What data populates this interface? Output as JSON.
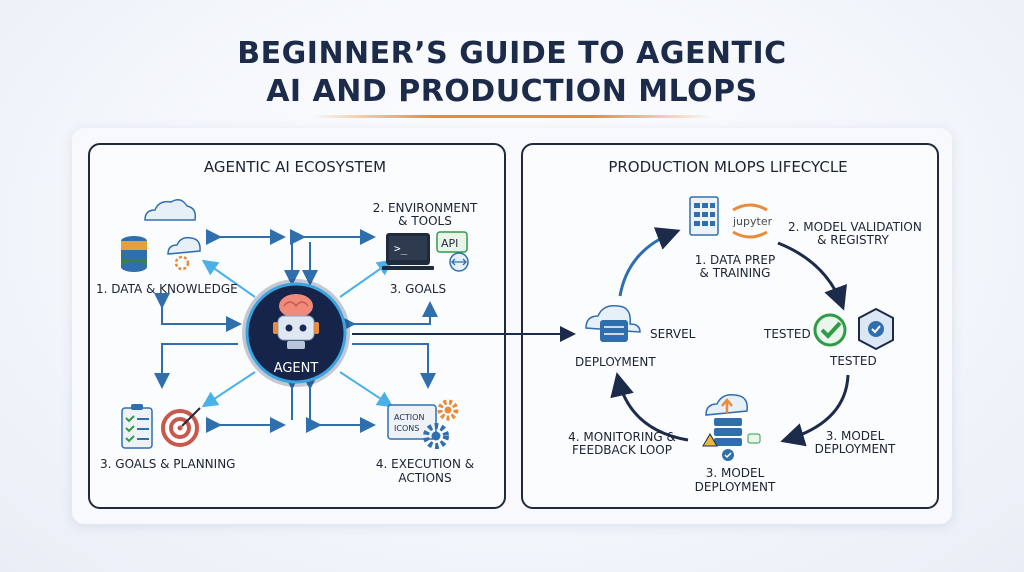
{
  "title": {
    "line1": "BEGINNER’S GUIDE TO AGENTIC",
    "line2": "AI AND PRODUCTION MLOPS"
  },
  "left_panel": {
    "title": "AGENTIC AI ECOSYSTEM",
    "data_knowledge": "1. DATA & KNOWLEDGE",
    "env_tools_1": "2. ENVIRONMENT",
    "env_tools_2": "& TOOLS",
    "api_badge": "API",
    "goals": "3. GOALS",
    "agent": "AGENT",
    "goals_planning": "3. GOALS & PLANNING",
    "exec_1": "4. EXECUTION &",
    "exec_2": "ACTIONS",
    "action_icons_1": "ACTION",
    "action_icons_2": "ICONS"
  },
  "right_panel": {
    "title": "PRODUCTION MLOPS LIFECYCLE",
    "jupyter": "jupyter",
    "data_prep_1": "1. DATA PREP",
    "data_prep_2": "& TRAINING",
    "validation_1": "2. MODEL VALIDATION",
    "validation_2": "& REGISTRY",
    "tested_a": "TESTED",
    "tested_b": "TESTED",
    "servel": "SERVEL",
    "deployment": "DEPLOYMENT",
    "model_deploy_right_1": "3. MODEL",
    "model_deploy_right_2": "DEPLOYMENT",
    "model_deploy_bottom_1": "3. MODEL",
    "model_deploy_bottom_2": "DEPLOYMENT",
    "monitoring_1": "4. MONITORING &",
    "monitoring_2": "FEEDBACK LOOP"
  },
  "colors": {
    "navy": "#1d2b4a",
    "arrow_blue": "#2f6fae",
    "glow_blue": "#4ab0e8",
    "orange": "#e88c3c",
    "green": "#2e9b45"
  }
}
